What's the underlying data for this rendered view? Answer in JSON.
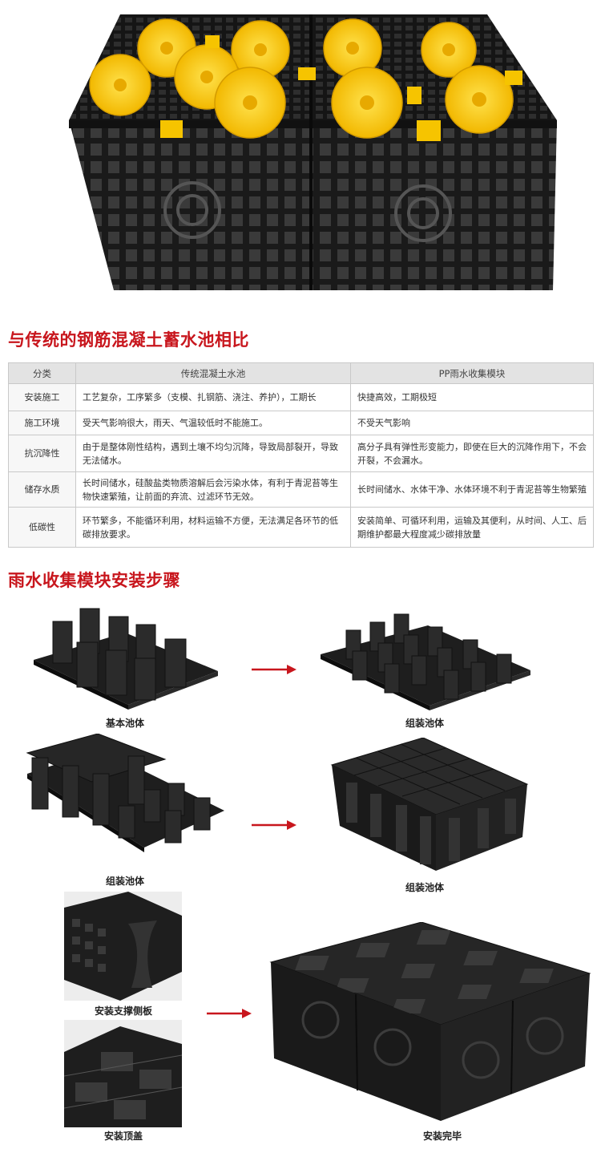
{
  "section_compare_title": "与传统的钢筋混凝土蓄水池相比",
  "table": {
    "headers": [
      "分类",
      "传统混凝土水池",
      "PP雨水收集模块"
    ],
    "rows": [
      {
        "category": "安装施工",
        "traditional": "工艺复杂，工序繁多（支模、扎钢筋、浇注、养护），工期长",
        "pp": "快捷高效，工期极短"
      },
      {
        "category": "施工环境",
        "traditional": "受天气影响很大，雨天、气温较低时不能施工。",
        "pp": "不受天气影响"
      },
      {
        "category": "抗沉降性",
        "traditional": "由于是整体刚性结构，遇到土壤不均匀沉降，导致局部裂开，导致无法储水。",
        "pp": "高分子具有弹性形变能力，即使在巨大的沉降作用下，不会开裂，不会漏水。"
      },
      {
        "category": "储存水质",
        "traditional": "长时间储水，硅酸盐类物质溶解后会污染水体，有利于青泥苔等生物快速繁殖，让前面的弃流、过滤环节无效。",
        "pp": "长时间储水、水体干净、水体环境不利于青泥苔等生物繁殖"
      },
      {
        "category": "低碳性",
        "traditional": "环节繁多，不能循环利用，材料运输不方便，无法满足各环节的低碳排放要求。",
        "pp": "安装简单、可循环利用，运输及其便利，从时间、人工、后期维护都最大程度减少碳排放量"
      }
    ]
  },
  "section_steps_title": "雨水收集模块安装步骤",
  "steps": {
    "s1": "基本池体",
    "s2": "组装池体",
    "s3": "组装池体",
    "s4": "组装池体",
    "s5": "安装支撑侧板",
    "s6": "安装顶盖",
    "s7": "安装完毕"
  },
  "colors": {
    "accent": "#c8161d",
    "module": "#1c1c1c",
    "cap": "#f6c400"
  },
  "icons": [
    "right-arrow-icon"
  ]
}
